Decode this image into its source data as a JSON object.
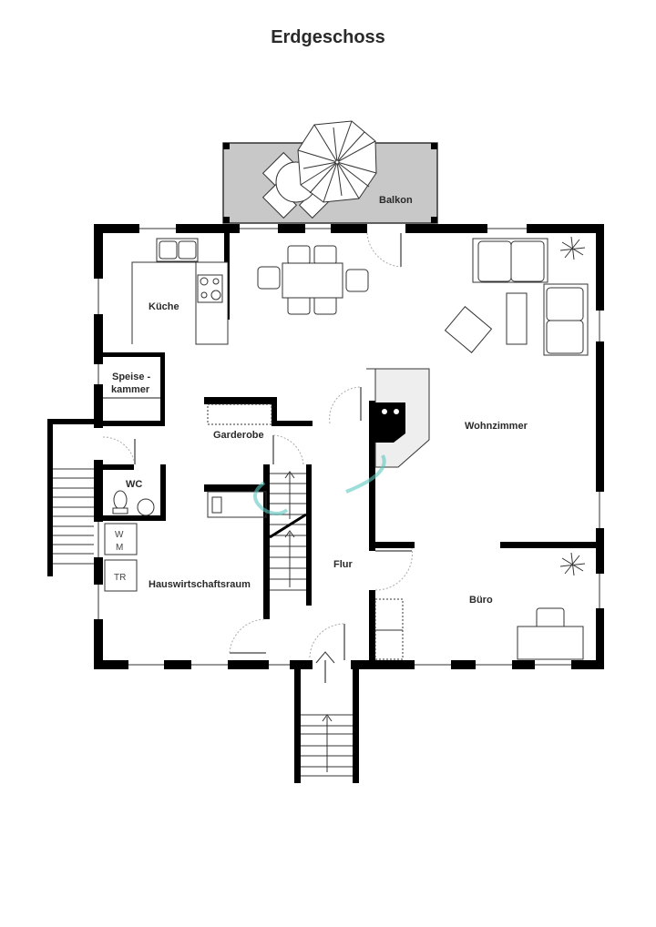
{
  "plan": {
    "title": "Erdgeschoss",
    "rooms": {
      "balkon": "Balkon",
      "kueche": "Küche",
      "speise_1": "Speise -",
      "speise_2": "kammer",
      "garderobe": "Garderobe",
      "wc": "WC",
      "hauswirtschaftsraum": "Hauswirtschaftsraum",
      "flur": "Flur",
      "wohnzimmer": "Wohnzimmer",
      "buero": "Büro"
    },
    "appliances": {
      "washer_1": "W",
      "washer_2": "M",
      "dryer": "TR"
    }
  },
  "colors": {
    "wall": "#000000",
    "balcony_fill": "#c8c8c8",
    "watermark": "#5ec8c0"
  }
}
